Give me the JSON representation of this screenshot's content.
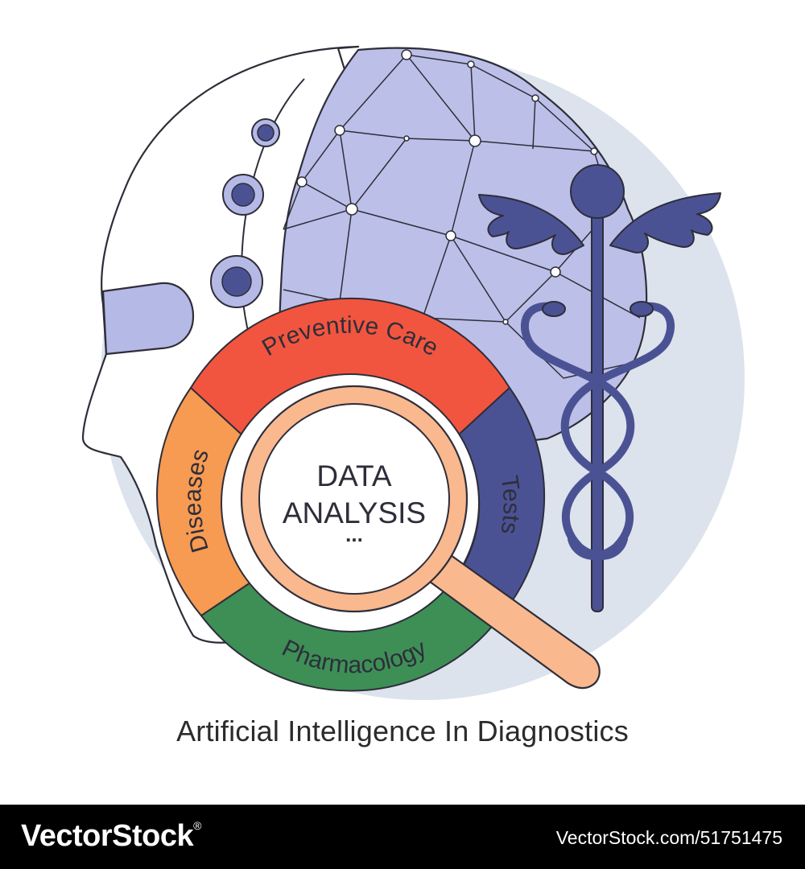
{
  "illustration": {
    "ring_segments": {
      "top": "Preventive Care",
      "right": "Tests",
      "bottom": "Pharmacology",
      "left": "Diseases"
    },
    "center_title_line1": "DATA",
    "center_title_line2": "ANALYSIS",
    "center_ellipsis": "...",
    "icons": [
      "robot-head-icon",
      "neural-network-brain-icon",
      "caduceus-icon",
      "magnifying-glass-icon"
    ],
    "colors": {
      "outline": "#2e2e3a",
      "backdrop": "#dde3ec",
      "brain": "#bcc0e8",
      "head_accent": "#b5b9e6",
      "navy": "#4b5294",
      "red": "#f2553f",
      "orange": "#f79a52",
      "green": "#3e8f56",
      "lens_rim": "#f9b88e"
    }
  },
  "caption": "Artificial Intelligence In Diagnostics",
  "footer": {
    "brand": "VectorStock",
    "registered_mark": "®",
    "stock_id": "VectorStock.com/51751475"
  }
}
